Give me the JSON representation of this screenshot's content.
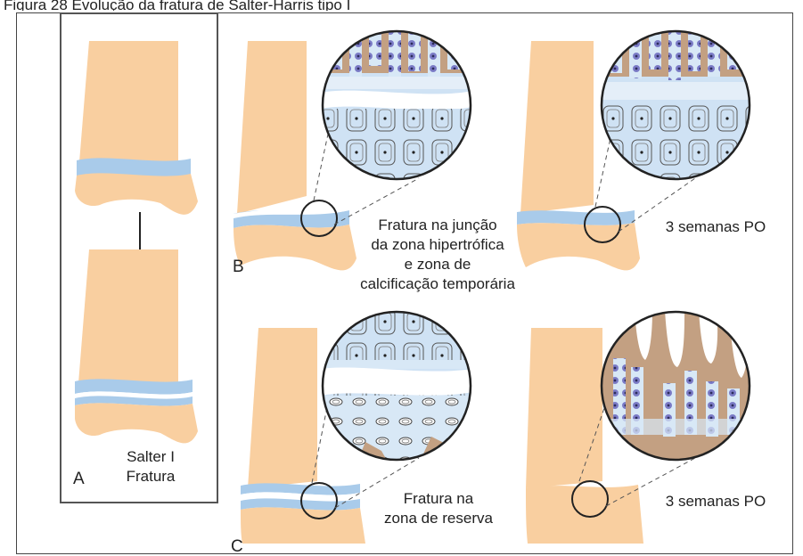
{
  "caption": "Figura 28 Evolução da fratura de Salter-Harris tipo I",
  "panel_a": {
    "letter": "A",
    "label_line1": "Salter I",
    "label_line2": "Fratura"
  },
  "panel_b": {
    "letter": "B",
    "annotation_lines": [
      "Fratura na junção",
      "da zona hipertrófica",
      "e zona de",
      "calcificação temporária"
    ],
    "followup": "3 semanas PO"
  },
  "panel_c": {
    "letter": "C",
    "annotation_lines": [
      "Fratura na",
      "zona de reserva"
    ],
    "followup": "3 semanas PO"
  },
  "colors": {
    "bone": "#f9cfa0",
    "physis": "#a9cbea",
    "cartilage": "#d8e8f6",
    "cell": "#7b7bc6",
    "ossified": "#c3a082",
    "outline": "#222222"
  }
}
